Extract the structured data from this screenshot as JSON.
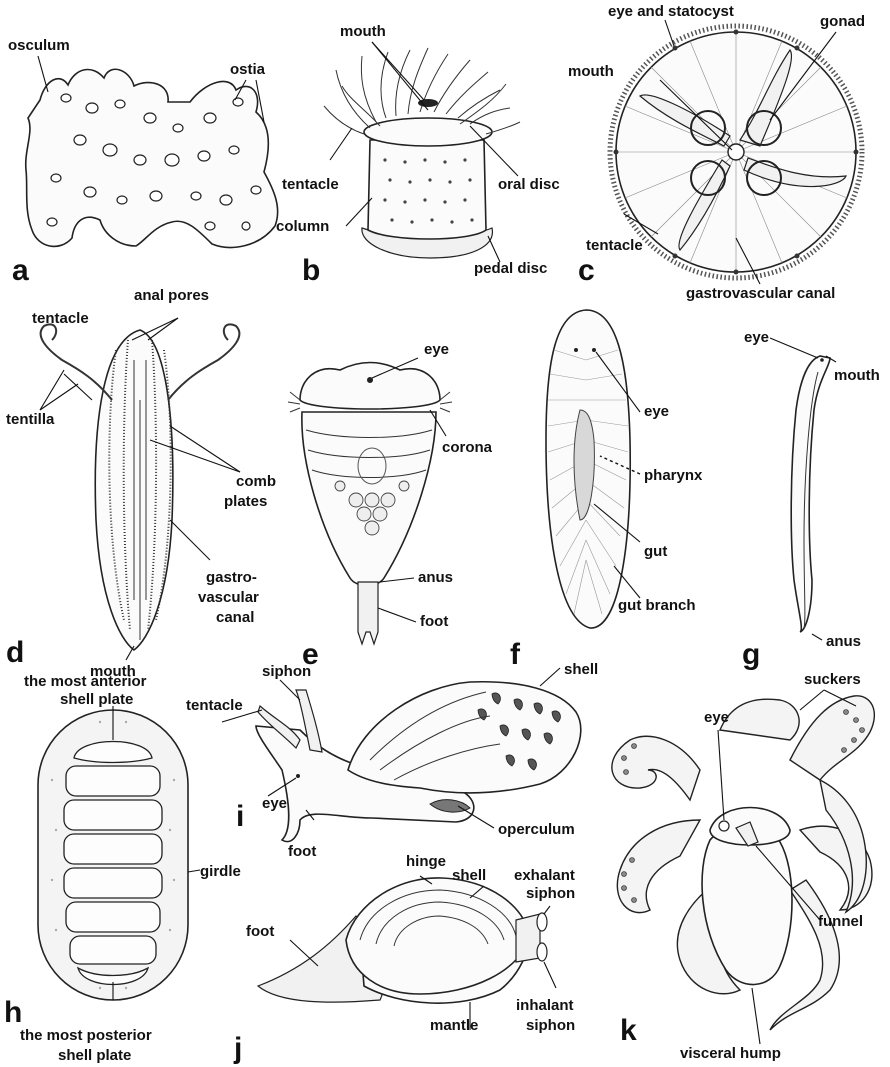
{
  "panels": [
    {
      "letter": "a",
      "labels": [
        "osculum",
        "ostia"
      ]
    },
    {
      "letter": "b",
      "labels": [
        "mouth",
        "tentacle",
        "oral disc",
        "column",
        "pedal disc"
      ]
    },
    {
      "letter": "c",
      "labels": [
        "eye and statocyst",
        "gonad",
        "mouth",
        "tentacle",
        "gastrovascular canal"
      ]
    },
    {
      "letter": "d",
      "labels": [
        "tentacle",
        "anal pores",
        "tentilla",
        "comb",
        "plates",
        "gastro-",
        "vascular",
        "canal",
        "mouth"
      ]
    },
    {
      "letter": "e",
      "labels": [
        "eye",
        "corona",
        "anus",
        "foot"
      ]
    },
    {
      "letter": "f",
      "labels": [
        "eye",
        "pharynx",
        "gut",
        "gut branch"
      ]
    },
    {
      "letter": "g",
      "labels": [
        "eye",
        "mouth",
        "anus"
      ]
    },
    {
      "letter": "h",
      "labels": [
        "the most anterior",
        "shell plate",
        "girdle",
        "the most posterior",
        "shell plate"
      ]
    },
    {
      "letter": "i",
      "labels": [
        "siphon",
        "shell",
        "tentacle",
        "eye",
        "operculum",
        "foot"
      ]
    },
    {
      "letter": "j",
      "labels": [
        "hinge",
        "shell",
        "exhalant",
        "siphon",
        "foot",
        "inhalant",
        "siphon",
        "mantle"
      ]
    },
    {
      "letter": "k",
      "labels": [
        "eye",
        "suckers",
        "funnel",
        "visceral hump"
      ]
    }
  ]
}
